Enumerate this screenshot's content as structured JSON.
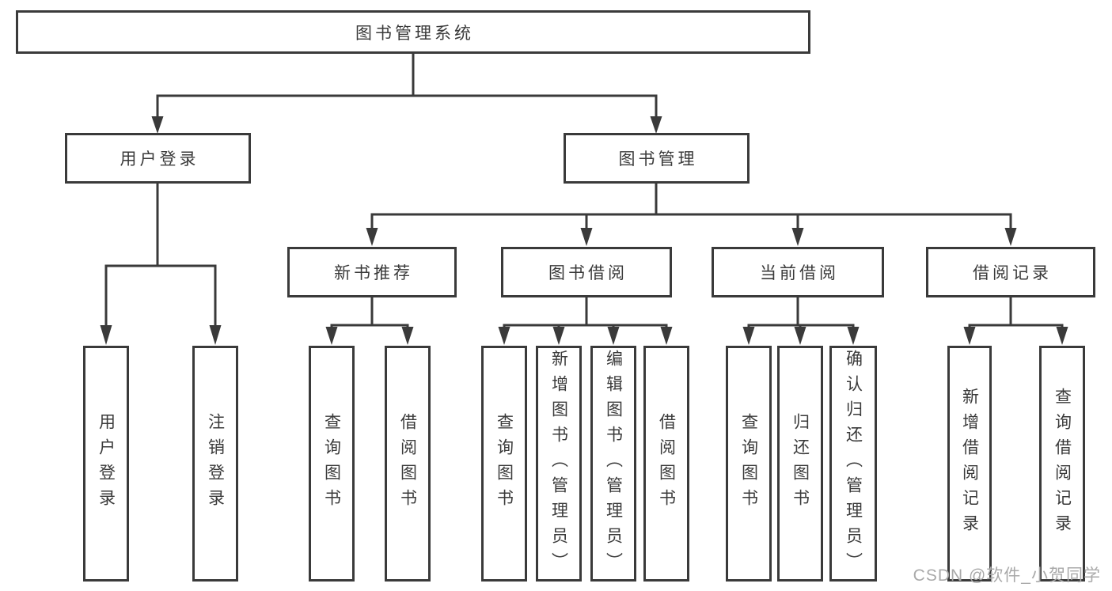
{
  "colors": {
    "line": "#3a3a3a",
    "text": "#3a3a3a",
    "watermark": "#a9a9a9",
    "background": "#ffffff"
  },
  "watermark": {
    "text": "CSDN @软件_小贺同学"
  },
  "nodes": {
    "root": {
      "label": "图书管理系统"
    },
    "branches": [
      {
        "label": "用户登录",
        "children": [
          {
            "label": "用户登录"
          },
          {
            "label": "注销登录"
          }
        ]
      },
      {
        "label": "图书管理",
        "children": [
          {
            "label": "新书推荐",
            "children": [
              {
                "label": "查询图书"
              },
              {
                "label": "借阅图书"
              }
            ]
          },
          {
            "label": "图书借阅",
            "children": [
              {
                "label": "查询图书"
              },
              {
                "label": "新增图书（管理员）"
              },
              {
                "label": "编辑图书（管理员）"
              },
              {
                "label": "借阅图书"
              }
            ]
          },
          {
            "label": "当前借阅",
            "children": [
              {
                "label": "查询图书"
              },
              {
                "label": "归还图书"
              },
              {
                "label": "确认归还（管理员）"
              }
            ]
          },
          {
            "label": "借阅记录",
            "children": [
              {
                "label": "新增借阅记录"
              },
              {
                "label": "查询借阅记录"
              }
            ]
          }
        ]
      }
    ]
  }
}
